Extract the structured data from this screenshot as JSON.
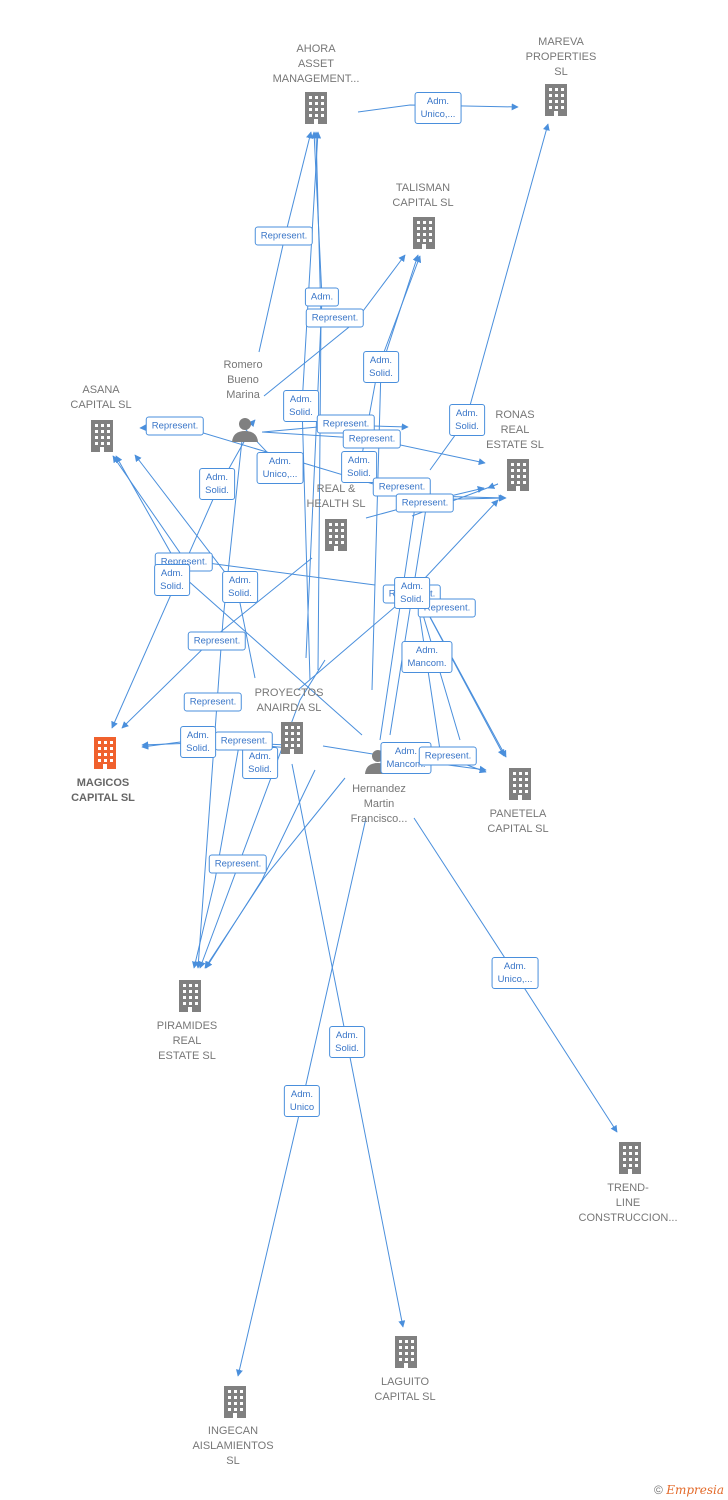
{
  "colors": {
    "edge": "#4a8fdc",
    "building": "#808080",
    "building_highlight": "#f0612d",
    "person": "#808080"
  },
  "nodes": [
    {
      "id": "ahora",
      "kind": "company",
      "label": "AHORA\nASSET\nMANAGEMENT..."
    },
    {
      "id": "mareva",
      "kind": "company",
      "label": "MAREVA\nPROPERTIES\nSL"
    },
    {
      "id": "talisman",
      "kind": "company",
      "label": "TALISMAN\nCAPITAL SL"
    },
    {
      "id": "romero",
      "kind": "person",
      "label": "Romero\nBueno\nMarina"
    },
    {
      "id": "asana",
      "kind": "company",
      "label": "ASANA\nCAPITAL SL"
    },
    {
      "id": "ronas",
      "kind": "company",
      "label": "RONAS\nREAL\nESTATE SL"
    },
    {
      "id": "realhealth",
      "kind": "company",
      "label": "REAL &\nHEALTH SL"
    },
    {
      "id": "proyectos",
      "kind": "company",
      "label": "PROYECTOS\nANAIRDA SL"
    },
    {
      "id": "magicos",
      "kind": "company",
      "label": "MAGICOS\nCAPITAL SL",
      "highlight": true
    },
    {
      "id": "hernandez",
      "kind": "person",
      "label": "Hernandez\nMartin\nFrancisco..."
    },
    {
      "id": "panetela",
      "kind": "company",
      "label": "PANETELA\nCAPITAL SL"
    },
    {
      "id": "piramides",
      "kind": "company",
      "label": "PIRAMIDES\nREAL\nESTATE SL"
    },
    {
      "id": "trend",
      "kind": "company",
      "label": "TREND-\nLINE\nCONSTRUCCION..."
    },
    {
      "id": "laguito",
      "kind": "company",
      "label": "LAGUITO\nCAPITAL SL"
    },
    {
      "id": "ingecan",
      "kind": "company",
      "label": "INGECAN\nAISLAMIENTOS\nSL"
    }
  ],
  "edge_labels": [
    "Adm.\nUnico,...",
    "Represent.",
    "Adm.",
    "Represent.",
    "Adm.\nSolid.",
    "Adm.\nSolid.",
    "Represent.",
    "Represent.",
    "Represent.",
    "Adm.\nUnico,...",
    "Adm.\nSolid.",
    "Represent.",
    "Represent.",
    "Adm.\nSolid.",
    "Represent.",
    "Adm.\nSolid.",
    "Adm.\nSolid.",
    "Adm.\nSolid.",
    "Represent.",
    "Represent.",
    "Represent.",
    "Adm.\nMancom.",
    "Represent.",
    "Adm.\nSolid.",
    "Adm.\nSolid.",
    "Represent.",
    "Adm.\nMancom.",
    "Represent.",
    "Adm.\nSolid.",
    "Represent.",
    "Adm.\nUnico,...",
    "Adm.\nSolid.",
    "Adm.\nUnico"
  ],
  "footer": {
    "copyright": "©",
    "brand": "Empresia"
  }
}
